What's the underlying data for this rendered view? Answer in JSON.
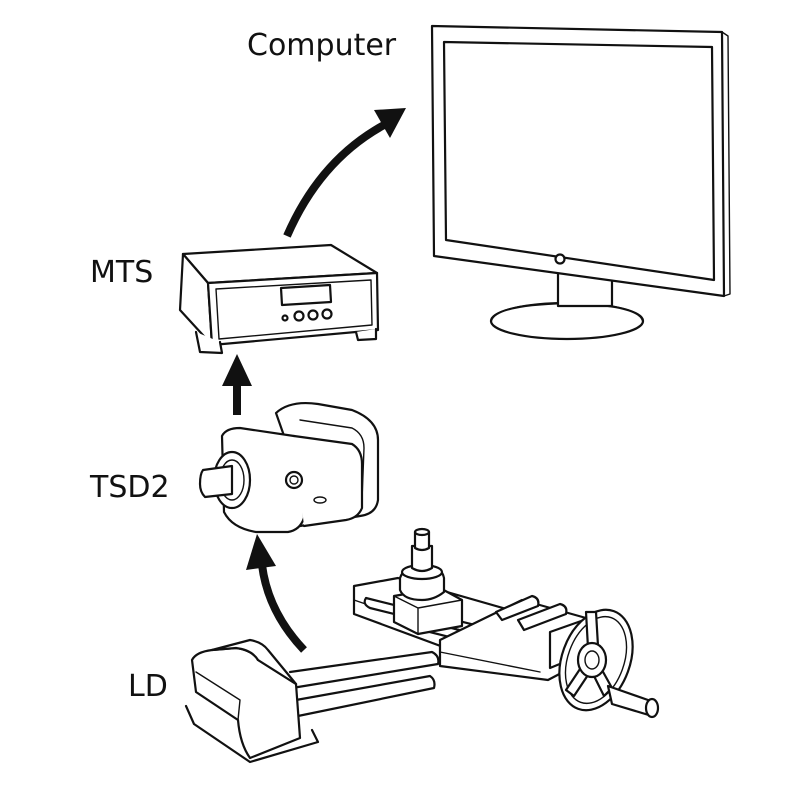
{
  "labels": {
    "computer": "Computer",
    "mts": "MTS",
    "tsd2": "TSD2",
    "ld": "LD"
  },
  "colors": {
    "line": "#111111",
    "background": "#ffffff"
  },
  "icons": {
    "computer": "monitor-icon",
    "mts": "meter-box-icon",
    "tsd2": "torque-sensor-icon",
    "ld": "loading-device-icon"
  }
}
